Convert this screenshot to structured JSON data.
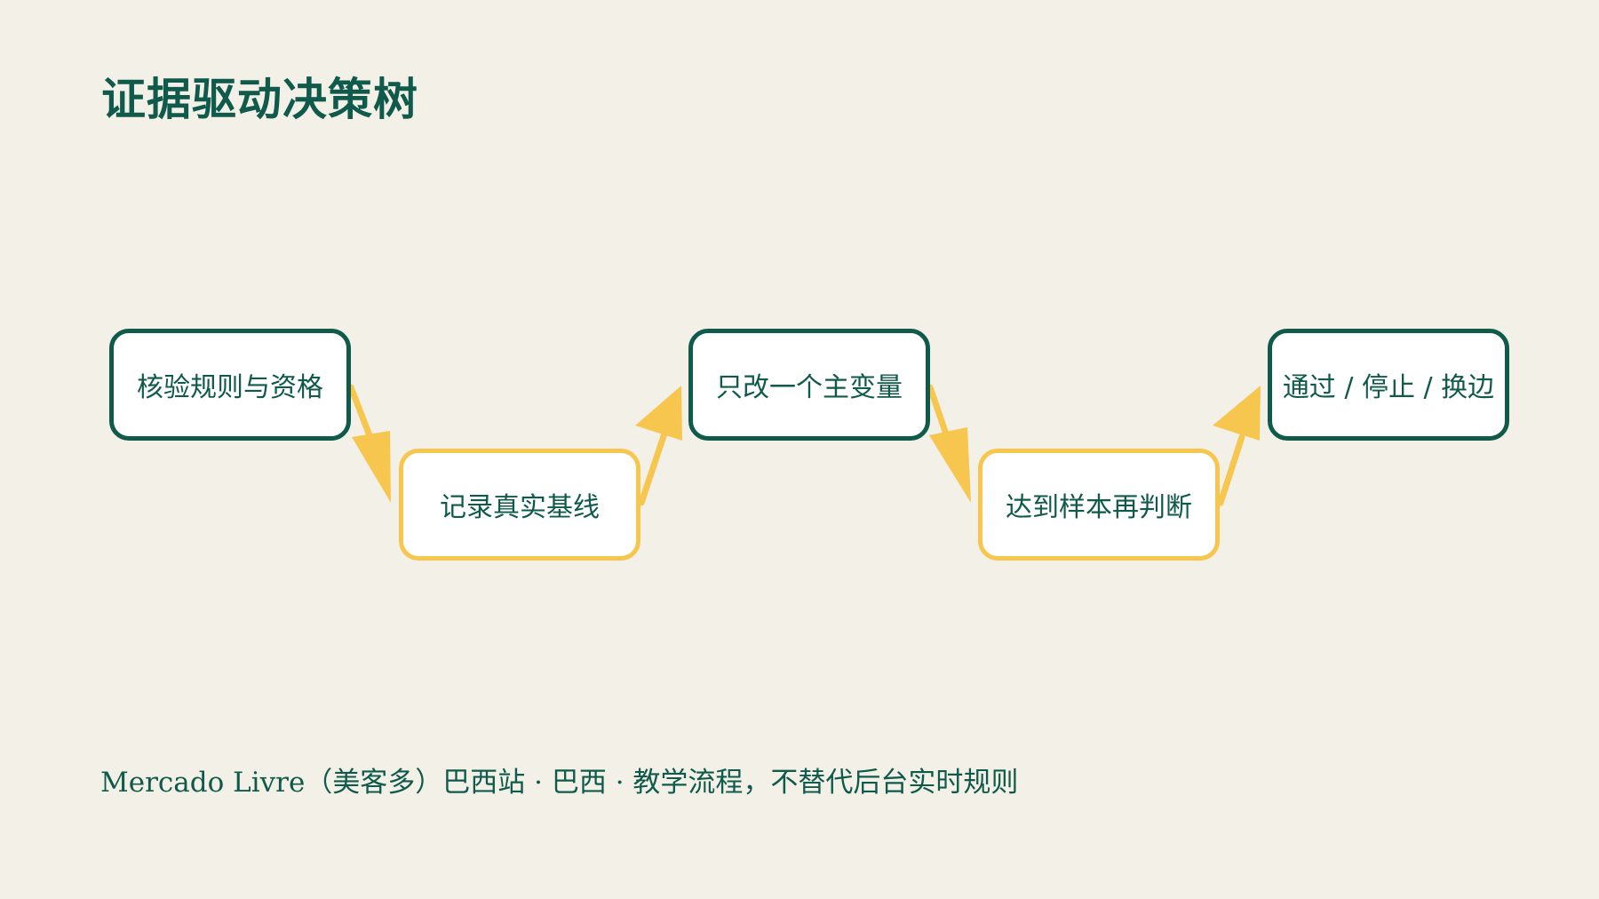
{
  "title": "证据驱动决策树",
  "nodes": [
    {
      "label": "核验规则与资格"
    },
    {
      "label": "记录真实基线"
    },
    {
      "label": "只改一个主变量"
    },
    {
      "label": "达到样本再判断"
    },
    {
      "label": "通过 / 停止 / 换边"
    }
  ],
  "footer": "Mercado Livre（美客多）巴西站 · 巴西 · 教学流程，不替代后台实时规则",
  "colors": {
    "background": "#F3F0E8",
    "primary": "#0F5A4A",
    "accent": "#F6C64F",
    "node_fill": "#FFFFFF"
  }
}
